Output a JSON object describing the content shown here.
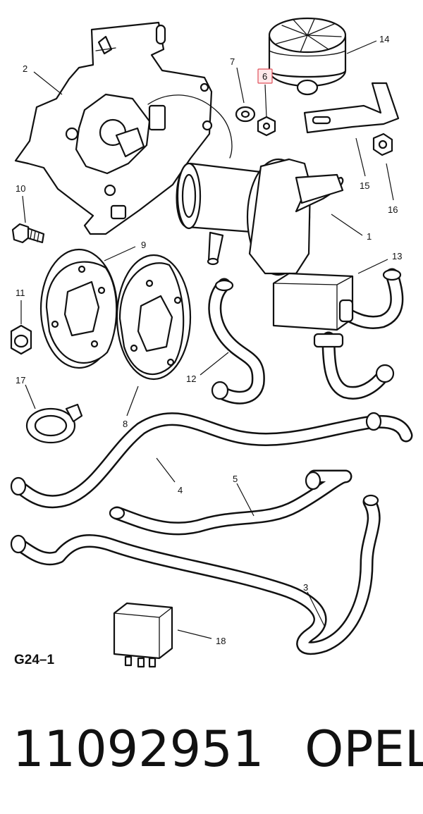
{
  "diagram": {
    "reference_code": "G24–1",
    "highlighted_label": "6",
    "callouts": [
      {
        "id": "1",
        "text": "1"
      },
      {
        "id": "2",
        "text": "2"
      },
      {
        "id": "3",
        "text": "3"
      },
      {
        "id": "4",
        "text": "4"
      },
      {
        "id": "5",
        "text": "5"
      },
      {
        "id": "6",
        "text": "6"
      },
      {
        "id": "7",
        "text": "7"
      },
      {
        "id": "8",
        "text": "8"
      },
      {
        "id": "9",
        "text": "9"
      },
      {
        "id": "10",
        "text": "10"
      },
      {
        "id": "11",
        "text": "11"
      },
      {
        "id": "12",
        "text": "12"
      },
      {
        "id": "13",
        "text": "13"
      },
      {
        "id": "14",
        "text": "14"
      },
      {
        "id": "15",
        "text": "15"
      },
      {
        "id": "16",
        "text": "16"
      },
      {
        "id": "17",
        "text": "17"
      },
      {
        "id": "18",
        "text": "18"
      }
    ]
  },
  "footer": {
    "part_number": "11092951",
    "brand": "OPEL"
  }
}
